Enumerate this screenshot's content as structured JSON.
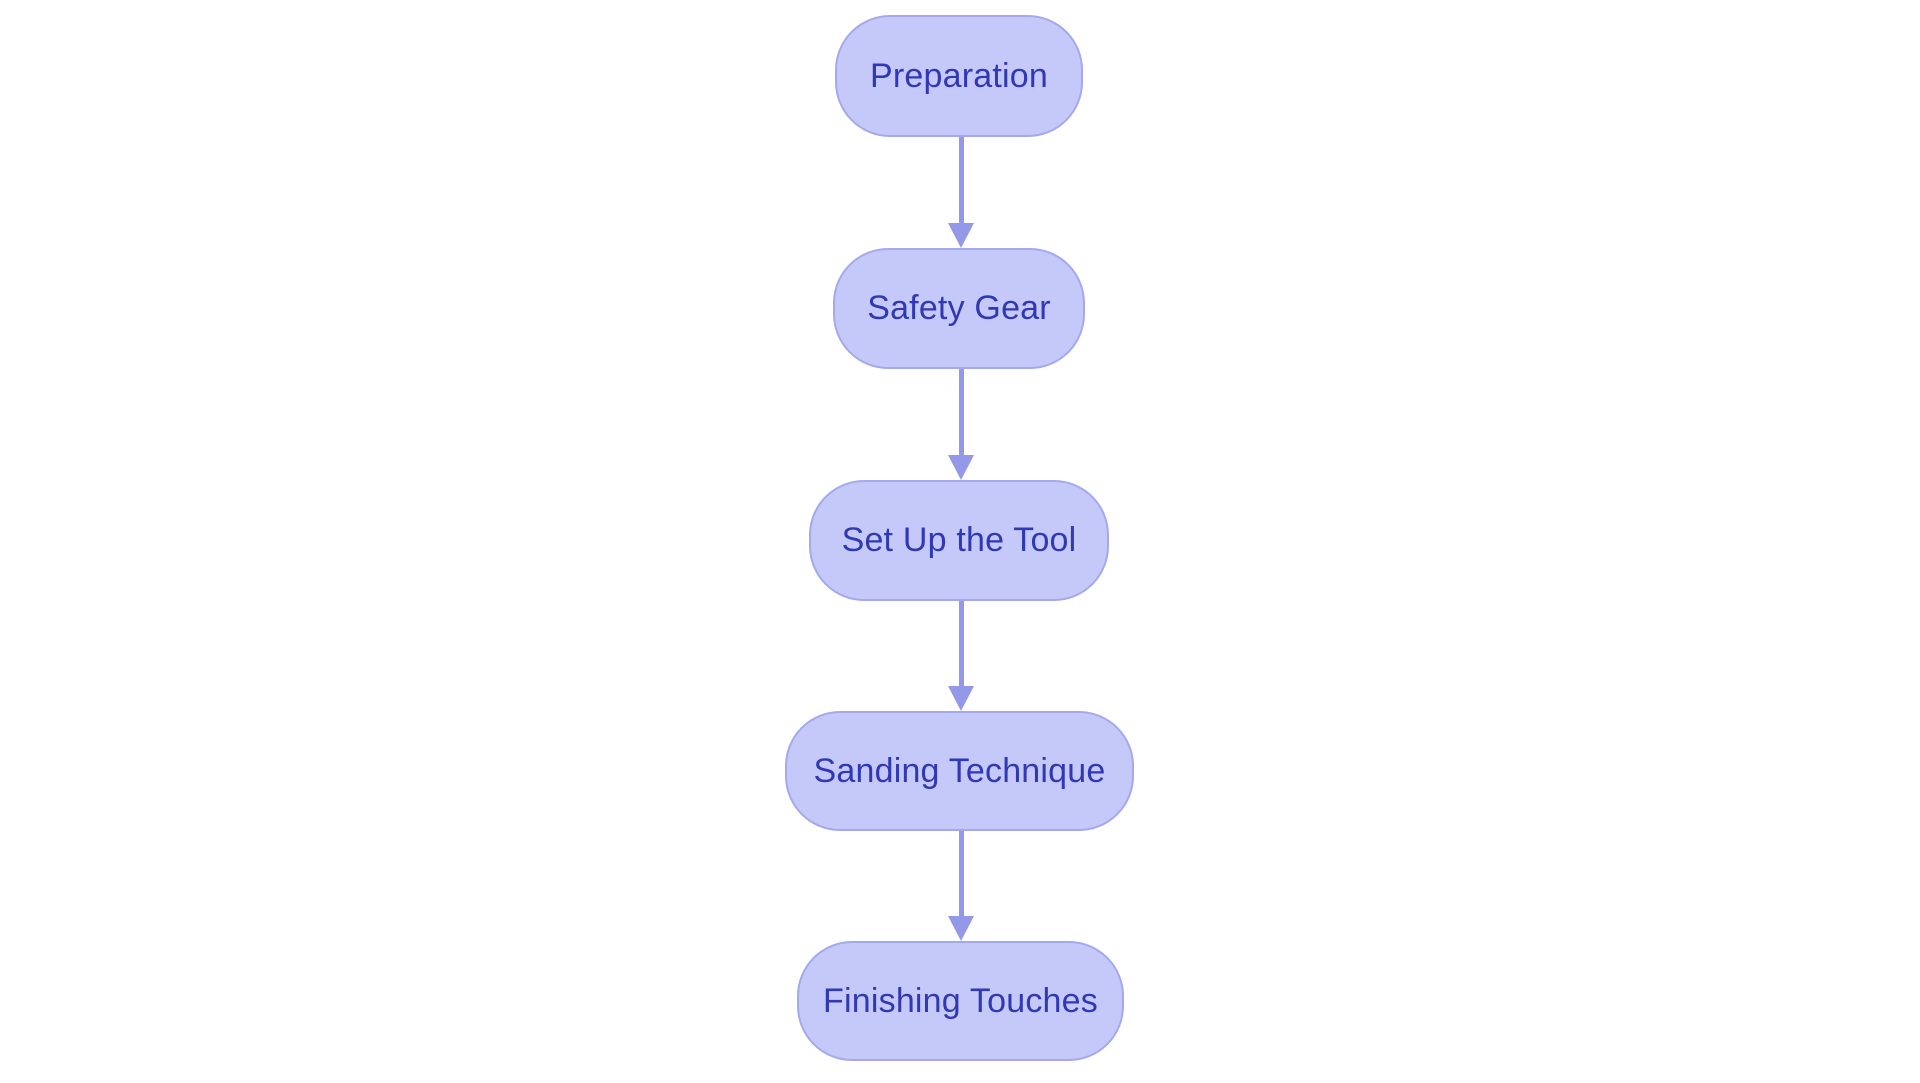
{
  "diagram": {
    "type": "flowchart",
    "direction": "top-down",
    "nodes": [
      {
        "id": "node-1",
        "shape": "stadium",
        "label": "Preparation"
      },
      {
        "id": "node-2",
        "shape": "stadium",
        "label": "Safety Gear"
      },
      {
        "id": "node-3",
        "shape": "stadium",
        "label": "Set Up the Tool"
      },
      {
        "id": "node-4",
        "shape": "stadium",
        "label": "Sanding Technique"
      },
      {
        "id": "node-5",
        "shape": "stadium",
        "label": "Finishing Touches"
      }
    ],
    "edges": [
      {
        "from": "Preparation",
        "to": "Safety Gear",
        "style": "arrow-down"
      },
      {
        "from": "Safety Gear",
        "to": "Set Up the Tool",
        "style": "arrow-down"
      },
      {
        "from": "Set Up the Tool",
        "to": "Sanding Technique",
        "style": "arrow-down"
      },
      {
        "from": "Sanding Technique",
        "to": "Finishing Touches",
        "style": "arrow-down"
      }
    ],
    "colors": {
      "background": "#ffffff",
      "node_fill": "#c5c9fa",
      "node_border": "#a4a9ee",
      "node_text": "#3138b4",
      "arrow": "#9399e8"
    }
  }
}
